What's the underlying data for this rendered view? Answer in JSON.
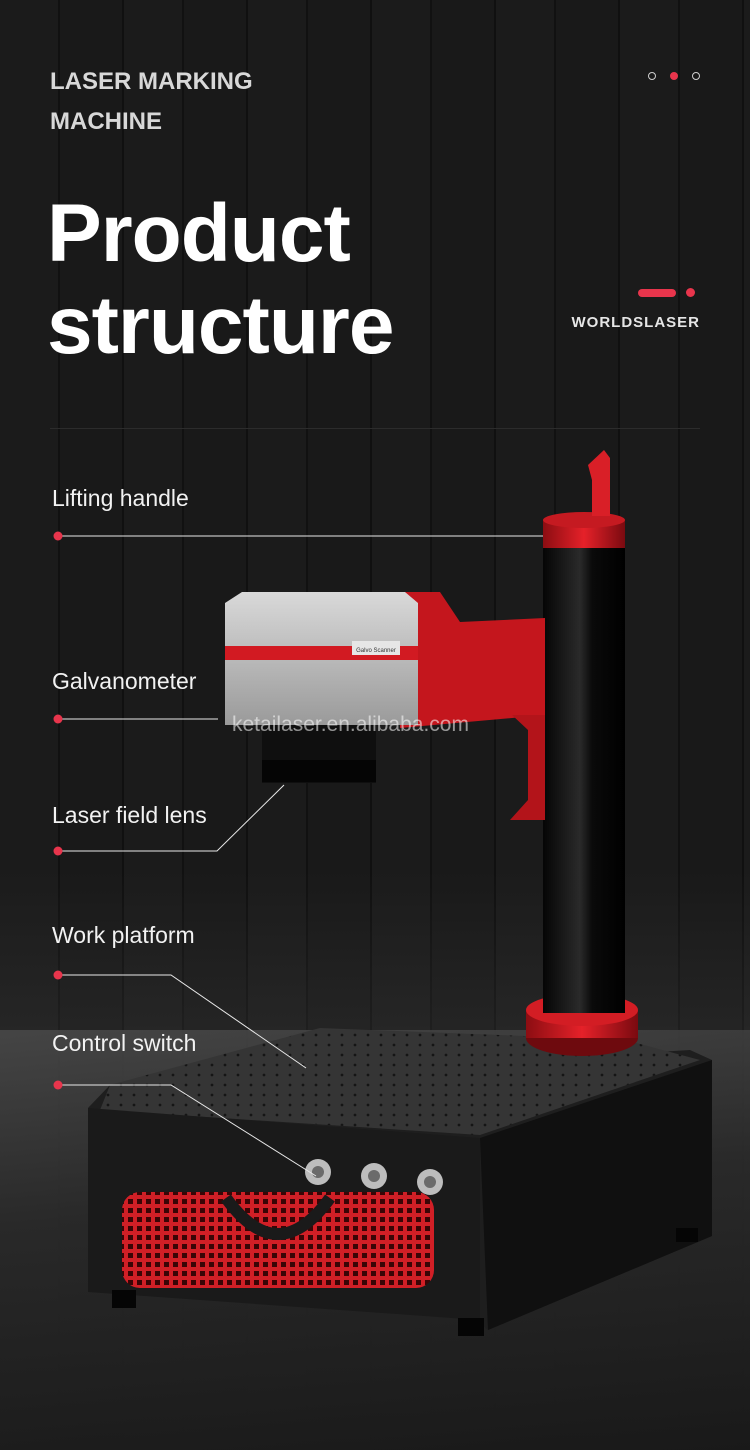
{
  "header": {
    "subtitle": "LASER MARKING MACHINE",
    "title": "Product structure",
    "brand": "WORLDSLASER",
    "accent_color": "#e8354c"
  },
  "pagination": {
    "total": 3,
    "active_index": 1
  },
  "callouts": [
    {
      "label": "Lifting handle"
    },
    {
      "label": "Galvanometer"
    },
    {
      "label": "Laser field lens"
    },
    {
      "label": "Work platform"
    },
    {
      "label": "Control switch"
    }
  ],
  "watermark": "ketailaser.en.alibaba.com",
  "galvo_label": "Galvo Scanner"
}
